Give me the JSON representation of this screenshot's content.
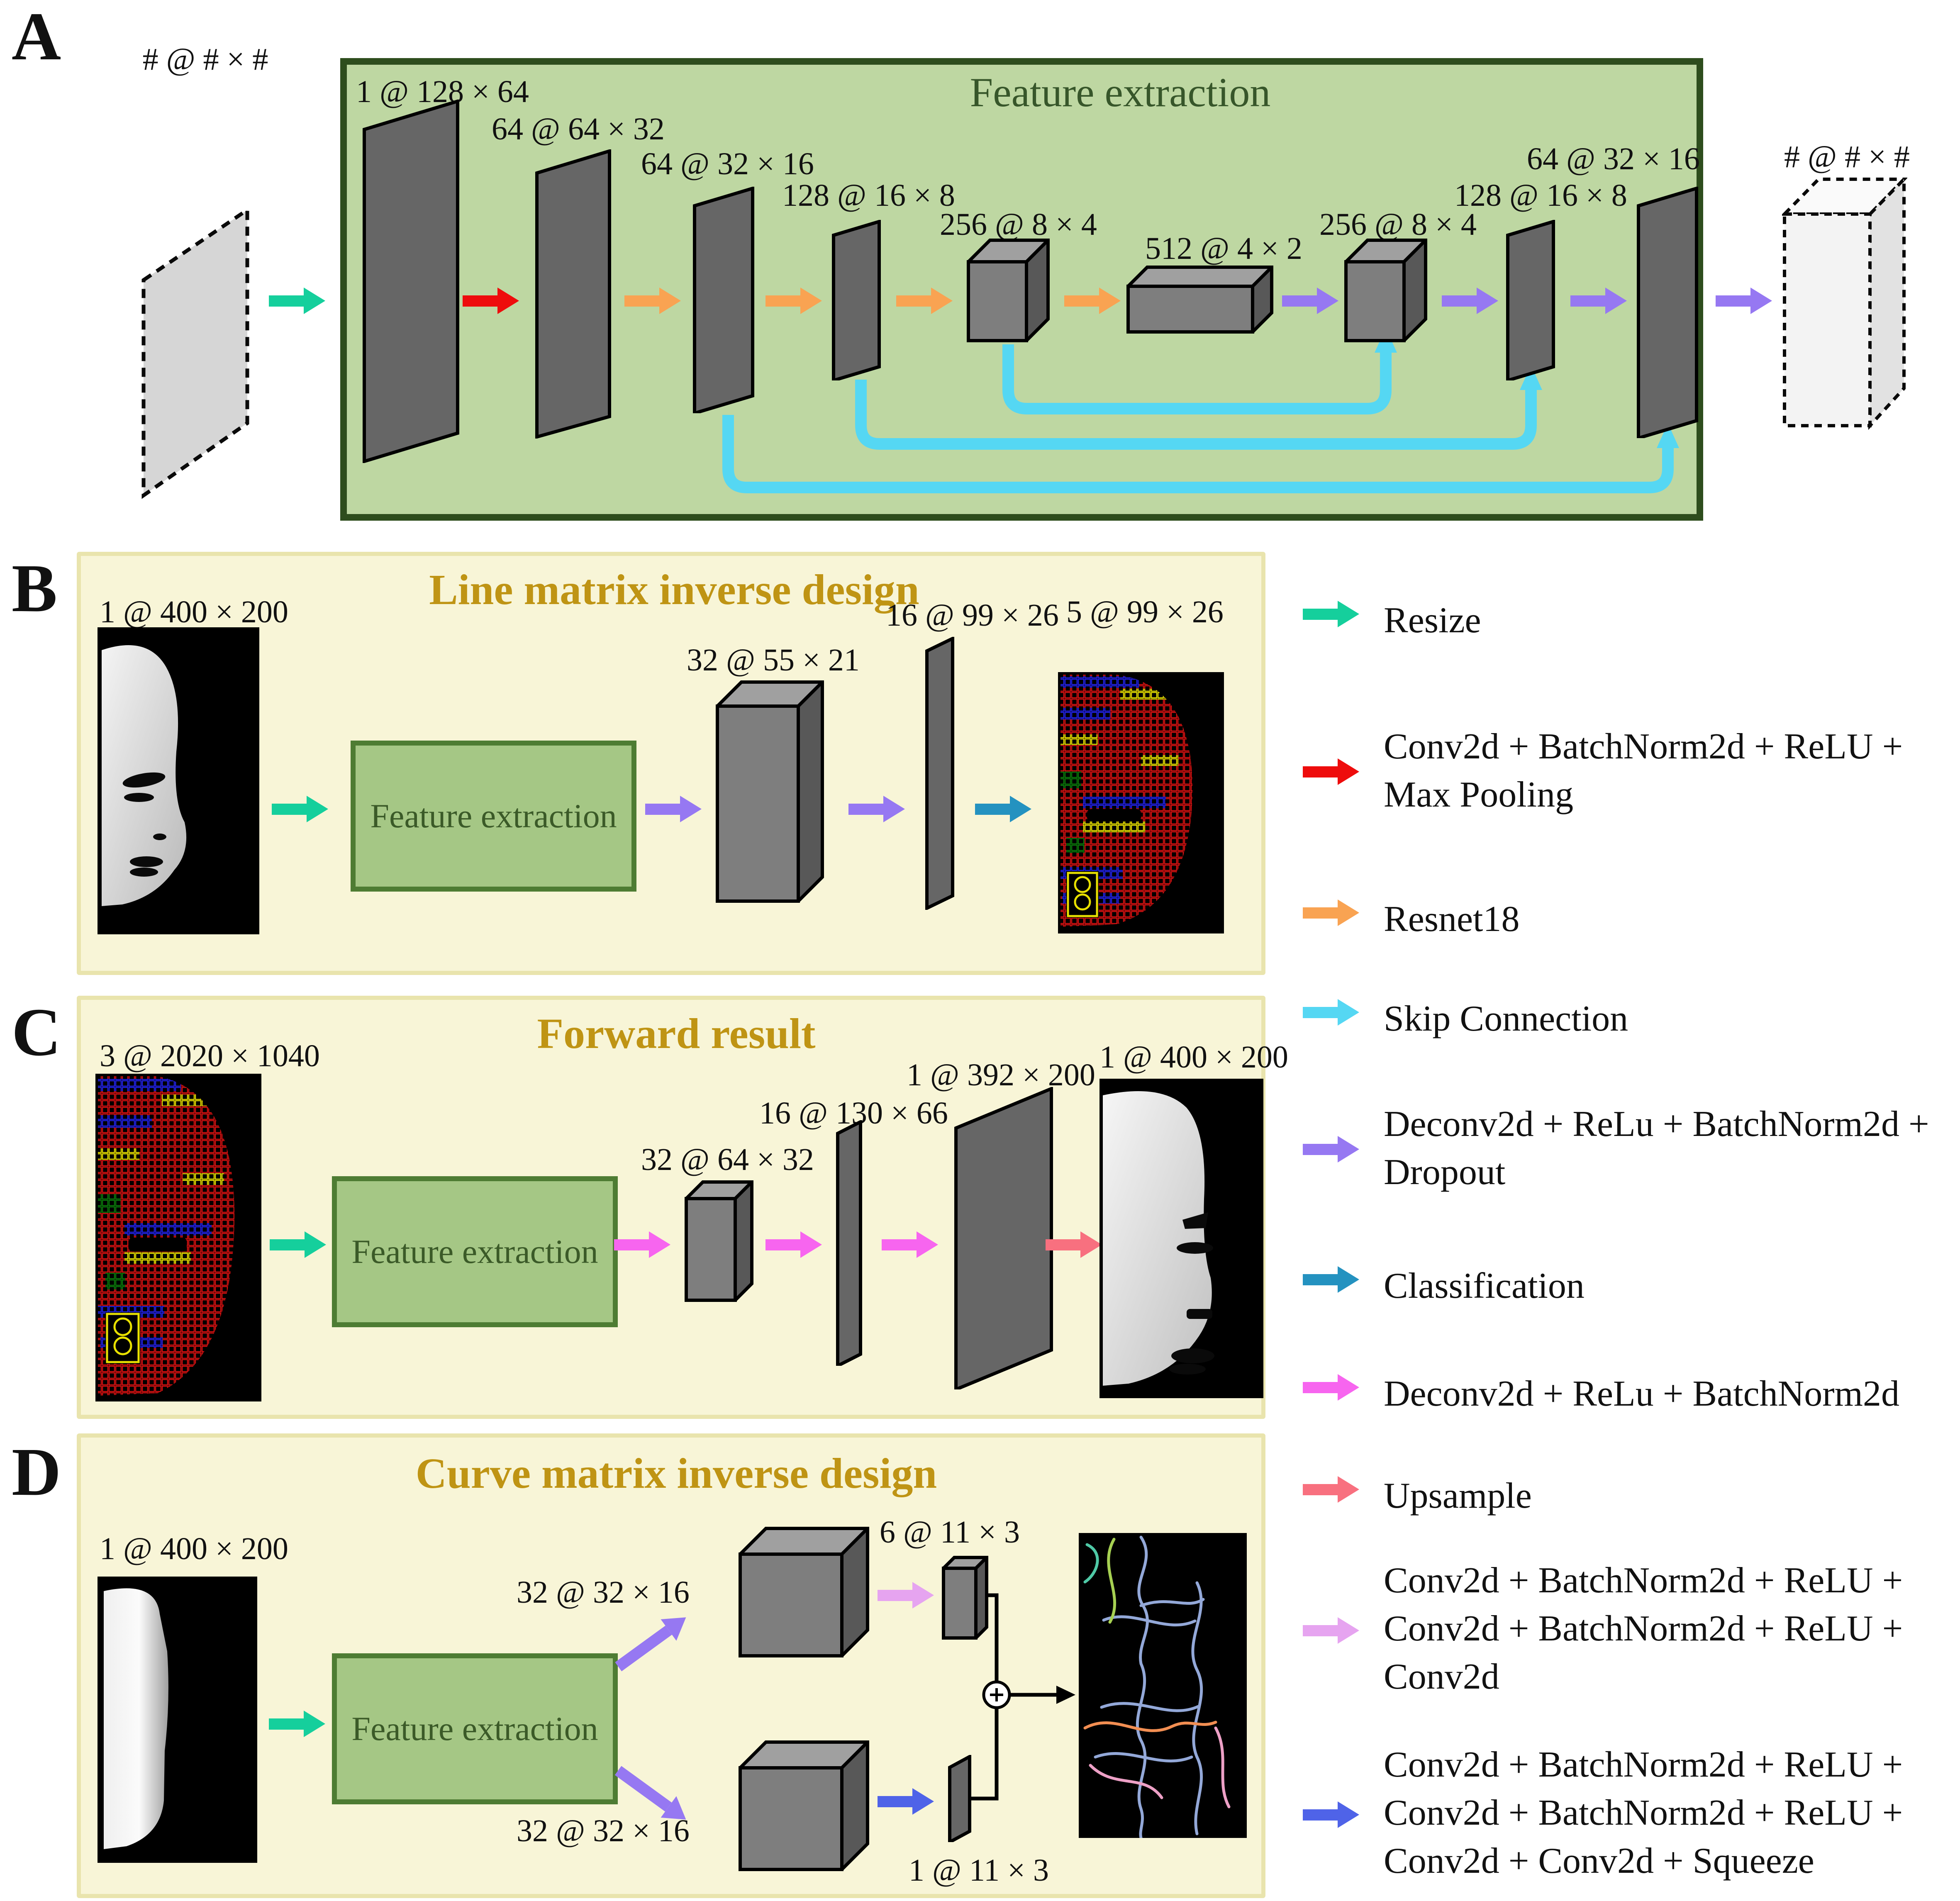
{
  "colors": {
    "resize": "#15cf9c",
    "conv_pool": "#ee0c0c",
    "resnet": "#f9a352",
    "skip": "#55d7f3",
    "deconv_dropout": "#9678f2",
    "classification": "#2492c0",
    "deconv": "#f765ef",
    "upsample": "#f8707f",
    "triple_conv": "#e6a4f0",
    "conv_squeeze": "#4f63e8",
    "panel_a_bg": "#bed7a2",
    "panel_a_border": "#2e4d1d",
    "fe_bg": "#a5c785",
    "fe_border": "#4e7c33",
    "fe_text": "#3b5a28",
    "panel_bg": "#f8f5d7",
    "panel_border": "#e9e4ad",
    "title_gold": "#bf9414",
    "title_green": "#37562a"
  },
  "panel_a": {
    "letter": "A",
    "title": "Feature extraction",
    "input_label": "# @ # × #",
    "output_label": "# @ # × #",
    "layers": [
      "1 @ 128 × 64",
      "64 @ 64 × 32",
      "64 @ 32 × 16",
      "128 @ 16 × 8",
      "256 @ 8 × 4",
      "512 @ 4 × 2",
      "256 @ 8 × 4",
      "128 @ 16 × 8",
      "64 @ 32 × 16"
    ]
  },
  "panel_b": {
    "letter": "B",
    "title": "Line matrix inverse design",
    "input_label": "1 @ 400 × 200",
    "fe": "Feature extraction",
    "block1": "32 @ 55 × 21",
    "block2": "16 @ 99 × 26",
    "output_label": "5 @ 99 × 26"
  },
  "panel_c": {
    "letter": "C",
    "title": "Forward result",
    "input_label": "3 @ 2020 × 1040",
    "fe": "Feature extraction",
    "block1": "32 @ 64 × 32",
    "block2": "16 @ 130 × 66",
    "block3": "1 @ 392 × 200",
    "output_label": "1 @ 400 × 200"
  },
  "panel_d": {
    "letter": "D",
    "title": "Curve matrix inverse design",
    "input_label": "1 @ 400 × 200",
    "fe": "Feature extraction",
    "branch1_label": "32 @ 32 × 16",
    "branch2_label": "32 @ 32 × 16",
    "out1_label": "6 @ 11 × 3",
    "out2_label": "1 @ 11 × 3",
    "plus": "+"
  },
  "legend": {
    "items": [
      {
        "label": "Resize"
      },
      {
        "label": "Conv2d + BatchNorm2d + ReLU +\nMax Pooling"
      },
      {
        "label": "Resnet18"
      },
      {
        "label": "Skip Connection"
      },
      {
        "label": "Deconv2d + ReLu + BatchNorm2d +\nDropout"
      },
      {
        "label": "Classification"
      },
      {
        "label": "Deconv2d + ReLu + BatchNorm2d"
      },
      {
        "label": "Upsample"
      },
      {
        "label": "Conv2d + BatchNorm2d + ReLU +\nConv2d + BatchNorm2d + ReLU +\nConv2d"
      },
      {
        "label": "Conv2d + BatchNorm2d + ReLU +\nConv2d + BatchNorm2d + ReLU +\nConv2d + Conv2d + Squeeze"
      }
    ]
  }
}
